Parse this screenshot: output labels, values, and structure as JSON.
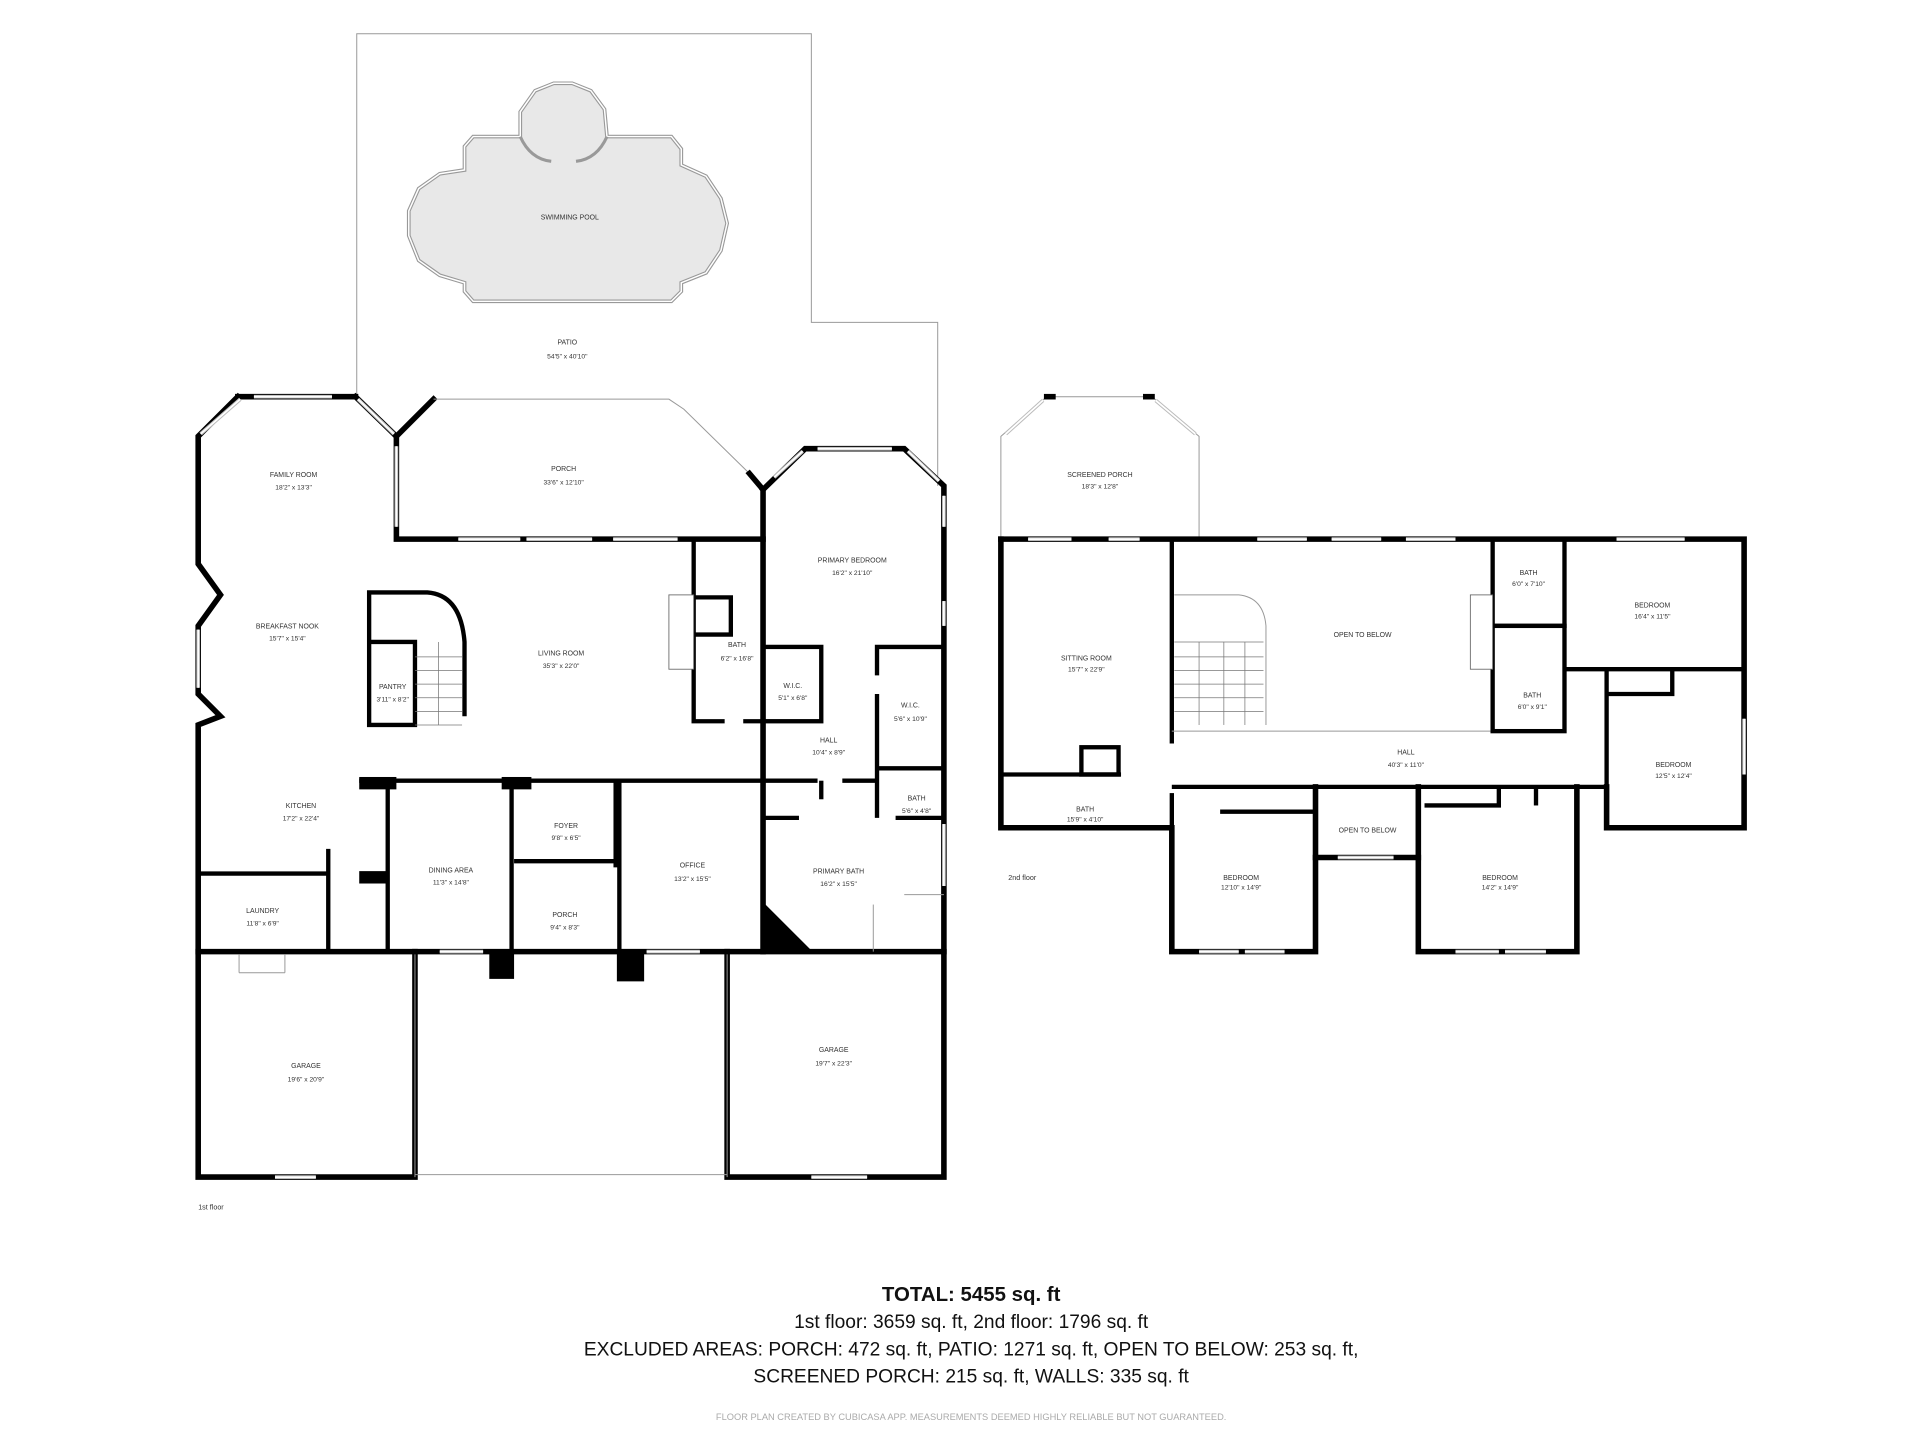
{
  "outdoor": {
    "pool": {
      "name": "SWIMMING POOL"
    },
    "patio": {
      "name": "PATIO",
      "dims": "54'5\" x 40'10\""
    }
  },
  "floor1": {
    "label": "1st floor",
    "rooms": [
      {
        "name": "FAMILY ROOM",
        "dims": "18'2\" x 13'3\""
      },
      {
        "name": "PORCH",
        "dims": "33'6\" x 12'10\""
      },
      {
        "name": "BREAKFAST NOOK",
        "dims": "15'7\" x 15'4\""
      },
      {
        "name": "PANTRY",
        "dims": "3'11\" x 8'2\""
      },
      {
        "name": "LIVING ROOM",
        "dims": "35'3\" x 22'0\""
      },
      {
        "name": "BATH",
        "dims": "6'2\" x 16'8\""
      },
      {
        "name": "PRIMARY BEDROOM",
        "dims": "16'2\" x 21'10\""
      },
      {
        "name": "W.I.C.",
        "dims": "5'1\" x 6'8\""
      },
      {
        "name": "W.I.C.",
        "dims": "5'6\" x 10'9\""
      },
      {
        "name": "HALL",
        "dims": "10'4\" x 8'9\""
      },
      {
        "name": "BATH",
        "dims": "5'6\" x 4'8\""
      },
      {
        "name": "KITCHEN",
        "dims": "17'2\" x 22'4\""
      },
      {
        "name": "DINING AREA",
        "dims": "11'3\" x 14'8\""
      },
      {
        "name": "FOYER",
        "dims": "9'8\" x 6'5\""
      },
      {
        "name": "PORCH",
        "dims": "9'4\" x 8'3\""
      },
      {
        "name": "OFFICE",
        "dims": "13'2\" x 15'5\""
      },
      {
        "name": "PRIMARY BATH",
        "dims": "16'2\" x 15'5\""
      },
      {
        "name": "LAUNDRY",
        "dims": "11'8\" x 6'9\""
      },
      {
        "name": "GARAGE",
        "dims": "19'6\" x 20'9\""
      },
      {
        "name": "GARAGE",
        "dims": "19'7\" x 22'3\""
      }
    ]
  },
  "floor2": {
    "label": "2nd floor",
    "rooms": [
      {
        "name": "SCREENED PORCH",
        "dims": "18'3\" x 12'8\""
      },
      {
        "name": "SITTING ROOM",
        "dims": "15'7\" x 22'9\""
      },
      {
        "name": "OPEN TO BELOW"
      },
      {
        "name": "BATH",
        "dims": "6'0\" x 7'10\""
      },
      {
        "name": "BEDROOM",
        "dims": "16'4\" x 11'5\""
      },
      {
        "name": "BATH",
        "dims": "6'0\" x 9'1\""
      },
      {
        "name": "HALL",
        "dims": "40'3\" x 11'0\""
      },
      {
        "name": "BEDROOM",
        "dims": "12'5\" x 12'4\""
      },
      {
        "name": "BATH",
        "dims": "15'9\" x 4'10\""
      },
      {
        "name": "OPEN TO BELOW"
      },
      {
        "name": "BEDROOM",
        "dims": "12'10\" x 14'9\""
      },
      {
        "name": "BEDROOM",
        "dims": "14'2\" x 14'9\""
      }
    ]
  },
  "summary": {
    "total": "TOTAL: 5455 sq. ft",
    "floors": "1st floor: 3659 sq. ft, 2nd floor: 1796 sq. ft",
    "excluded_1": "EXCLUDED AREAS: PORCH: 472 sq. ft, PATIO: 1271 sq. ft, OPEN TO BELOW: 253 sq. ft,",
    "excluded_2": "SCREENED PORCH: 215 sq. ft, WALLS: 335 sq. ft",
    "disclaimer": "FLOOR PLAN CREATED BY CUBICASA APP. MEASUREMENTS DEEMED HIGHLY RELIABLE BUT NOT GUARANTEED."
  }
}
